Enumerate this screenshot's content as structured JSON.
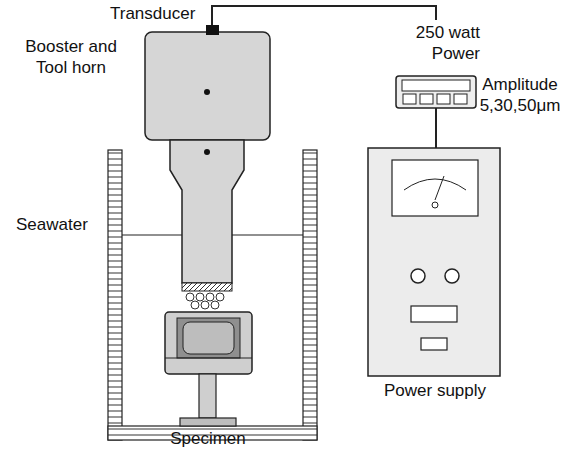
{
  "diagram": {
    "labels": [
      "Transducer",
      "Booster and Tool horn",
      "Seawater",
      "250 watt Power",
      "Amplitude 5,30,50μm",
      "Power supply",
      "Specimen"
    ]
  }
}
